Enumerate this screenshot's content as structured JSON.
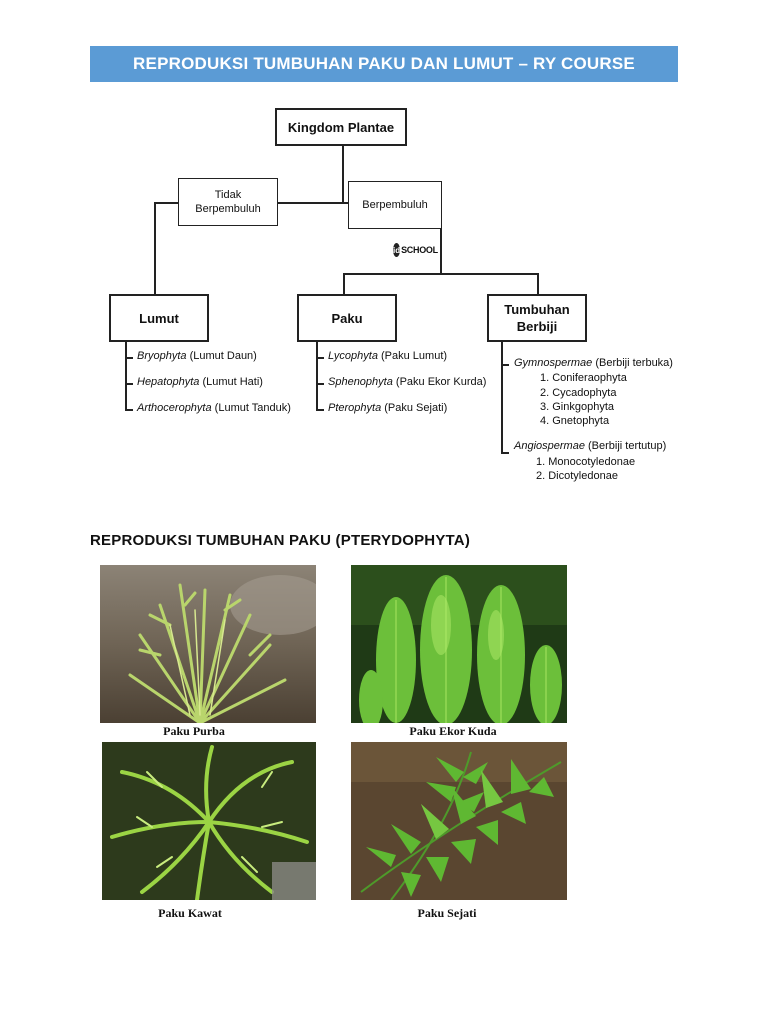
{
  "header": {
    "title": "REPRODUKSI TUMBUHAN PAKU DAN LUMUT – RY COURSE"
  },
  "diagram": {
    "root": "Kingdom Plantae",
    "tidak_line1": "Tidak",
    "tidak_line2": "Berpembuluh",
    "berpembuluh": "Berpembuluh",
    "logo_mark": "id",
    "logo_text": "SCHOOL",
    "lumut": {
      "title": "Lumut",
      "items": [
        {
          "latin": "Bryophyta",
          "common": " (Lumut Daun)"
        },
        {
          "latin": "Hepatophyta",
          "common": " (Lumut Hati)"
        },
        {
          "latin": "Arthocerophyta",
          "common": " (Lumut Tanduk)"
        }
      ]
    },
    "paku": {
      "title": "Paku",
      "items": [
        {
          "latin": "Lycophyta",
          "common": " (Paku Lumut)"
        },
        {
          "latin": "Sphenophyta",
          "common": " (Paku Ekor Kurda)"
        },
        {
          "latin": "Pterophyta",
          "common": " (Paku Sejati)"
        }
      ]
    },
    "berbiji": {
      "title_line1": "Tumbuhan",
      "title_line2": "Berbiji",
      "gymno": {
        "latin": "Gymnospermae",
        "common": " (Berbiji terbuka)"
      },
      "gymno_items": [
        "1.  Coniferaophyta",
        "2.  Cycadophyta",
        "3.  Ginkgophyta",
        "4.  Gnetophyta"
      ],
      "angio": {
        "latin": "Angiospermae",
        "common": " (Berbiji tertutup)"
      },
      "angio_items": [
        "1.    Monocotyledonae",
        "2.    Dicotyledonae"
      ]
    }
  },
  "section": {
    "title": "REPRODUKSI TUMBUHAN PAKU (PTERYDOPHYTA)"
  },
  "photos": [
    {
      "caption": "Paku Purba"
    },
    {
      "caption": "Paku Ekor Kuda"
    },
    {
      "caption": "Paku Kawat"
    },
    {
      "caption": "Paku Sejati"
    }
  ],
  "colors": {
    "banner": "#5b9bd5",
    "plant_green": "#7cc043",
    "soil": "#5a4630"
  }
}
